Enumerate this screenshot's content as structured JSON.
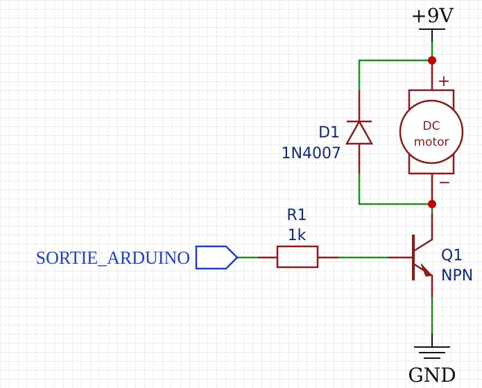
{
  "supply": {
    "label": "+9V"
  },
  "ground": {
    "label": "GND"
  },
  "input_net": {
    "label": "SORTIE_ARDUINO"
  },
  "diode": {
    "ref": "D1",
    "value": "1N4007"
  },
  "resistor": {
    "ref": "R1",
    "value": "1k"
  },
  "transistor": {
    "ref": "Q1",
    "value": "NPN"
  },
  "motor": {
    "line1": "DC",
    "line2": "motor",
    "plus": "+",
    "minus": "−"
  },
  "colors": {
    "wire": "#1f8f1f",
    "component": "#8b1a1a",
    "junction": "#cc0000",
    "net_label": "#1e3ecf",
    "text": "#0f2a7a"
  }
}
